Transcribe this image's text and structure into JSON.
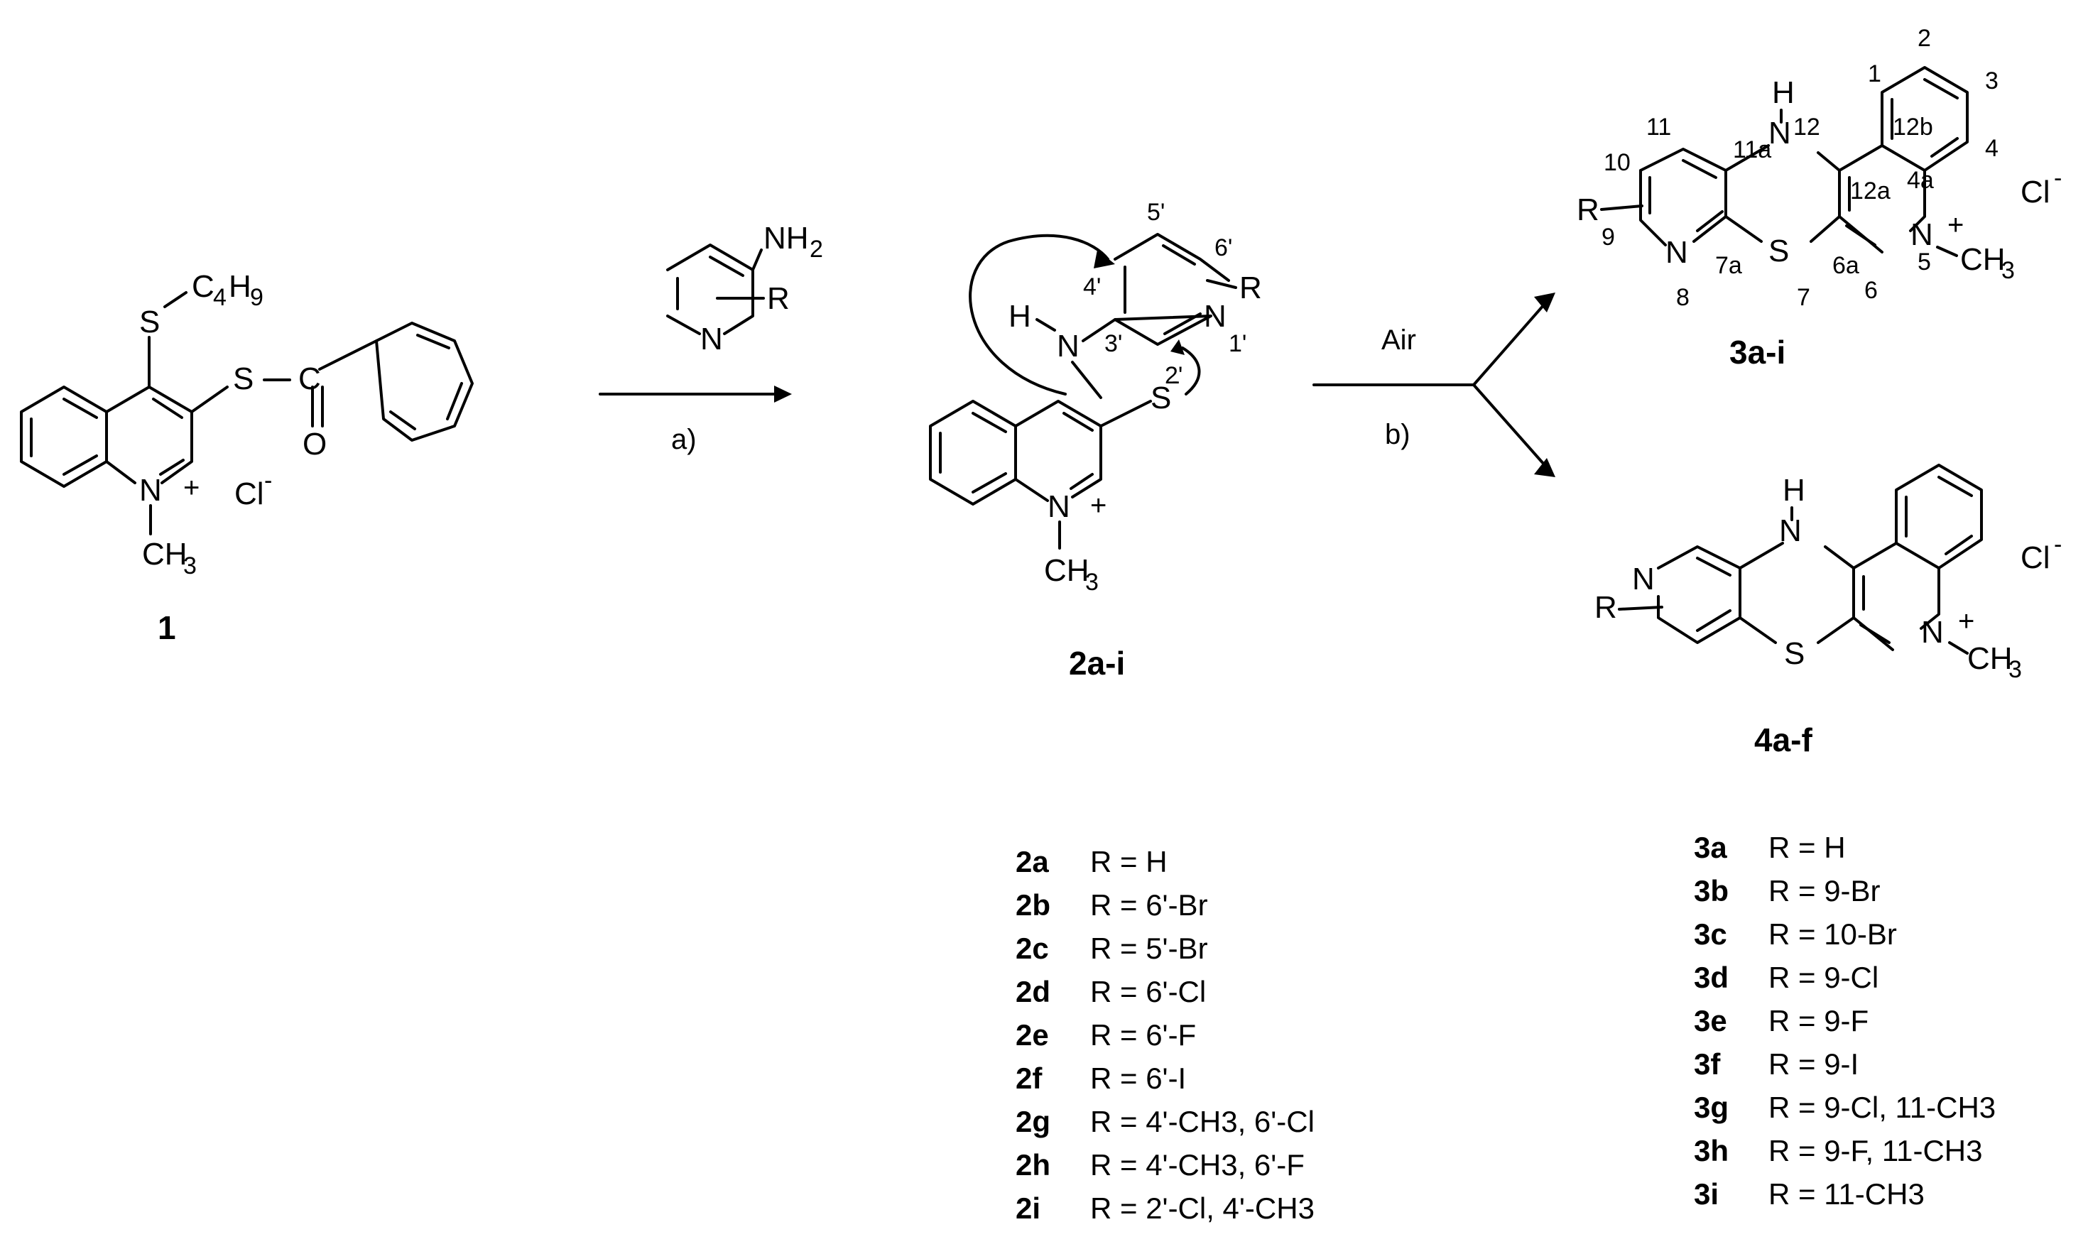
{
  "compounds": {
    "c1": "1",
    "c2": "2a-i",
    "c3": "3a-i",
    "c4": "4a-f"
  },
  "reagents": {
    "step_a": "a)",
    "step_b": "b)",
    "air": "Air"
  },
  "table_2": [
    {
      "code": "2a",
      "r": "R = H"
    },
    {
      "code": "2b",
      "r": "R = 6'-Br"
    },
    {
      "code": "2c",
      "r": "R = 5'-Br"
    },
    {
      "code": "2d",
      "r": "R = 6'-Cl"
    },
    {
      "code": "2e",
      "r": "R = 6'-F"
    },
    {
      "code": "2f",
      "r": "R = 6'-I"
    },
    {
      "code": "2g",
      "r": "R = 4'-CH3, 6'-Cl"
    },
    {
      "code": "2h",
      "r": "R = 4'-CH3, 6'-F"
    },
    {
      "code": "2i",
      "r": "R = 2'-Cl, 4'-CH3"
    }
  ],
  "table_3": [
    {
      "code": "3a",
      "r": "R = H"
    },
    {
      "code": "3b",
      "r": "R = 9-Br"
    },
    {
      "code": "3c",
      "r": "R = 10-Br"
    },
    {
      "code": "3d",
      "r": "R = 9-Cl"
    },
    {
      "code": "3e",
      "r": "R = 9-F"
    },
    {
      "code": "3f",
      "r": "R = 9-I"
    },
    {
      "code": "3g",
      "r": "R = 9-Cl, 11-CH3"
    },
    {
      "code": "3h",
      "r": "R = 9-F, 11-CH3"
    },
    {
      "code": "3i",
      "r": "R = 11-CH3"
    }
  ]
}
